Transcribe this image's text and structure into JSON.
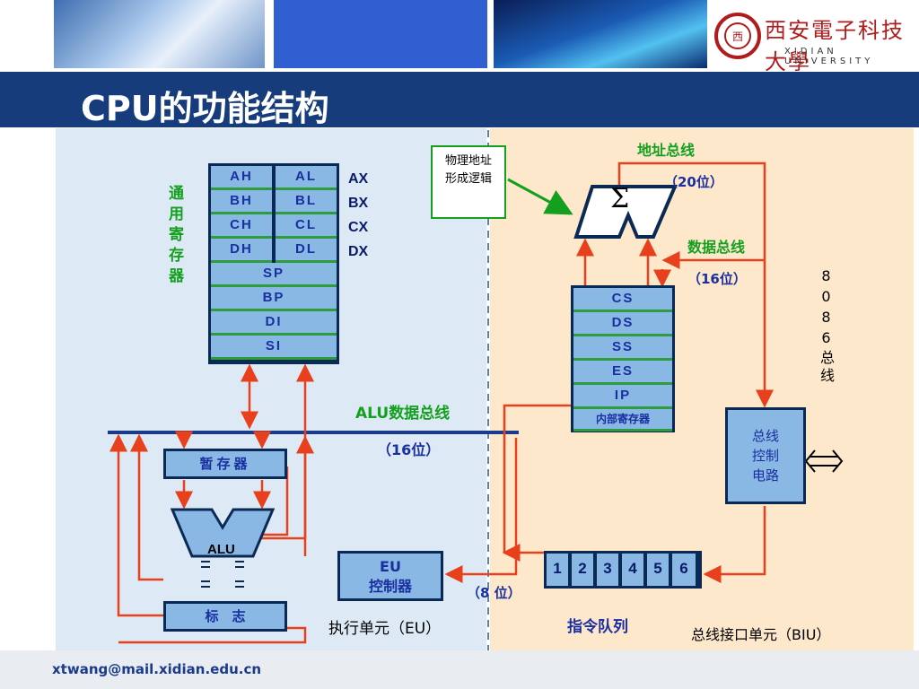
{
  "title": "CPU的功能结构",
  "logo": {
    "name": "西安電子科技大學",
    "english": "XIDIAN UNIVERSITY"
  },
  "footer_email": "xtwang@mail.xidian.edu.cn",
  "eu": {
    "gp_label": "通用寄存器",
    "gp_rows": [
      [
        "AH",
        "AL"
      ],
      [
        "BH",
        "BL"
      ],
      [
        "CH",
        "CL"
      ],
      [
        "DH",
        "DL"
      ]
    ],
    "pair_names": [
      "AX",
      "BX",
      "CX",
      "DX"
    ],
    "pointer_regs": [
      "SP",
      "BP",
      "DI",
      "SI"
    ],
    "alu_bus_label": "ALU数据总线",
    "alu_bus_width": "（16位）",
    "temp_reg": "暂存器",
    "alu": "ALU",
    "flags": "标　志",
    "eu_ctrl_line1": "EU",
    "eu_ctrl_line2": "控制器",
    "unit_label": "执行单元（EU）"
  },
  "biu": {
    "addr_logic": "物理地址形成逻辑",
    "sigma": "Σ",
    "addr_bus_label": "地址总线",
    "addr_bus_width": "（20位）",
    "data_bus_label": "数据总线",
    "data_bus_width": "（16位）",
    "seg_regs": [
      "CS",
      "DS",
      "SS",
      "ES",
      "IP"
    ],
    "inner_regs_label": "内部寄存器",
    "ext_bus_label": "8086总线",
    "bus_ctrl": "总线控制电路",
    "queue": [
      "1",
      "2",
      "3",
      "4",
      "5",
      "6"
    ],
    "queue_label": "指令队列",
    "queue_width": "（8 位）",
    "unit_label": "总线接口单元（BIU）"
  },
  "colors": {
    "title_bar": "#173c7c",
    "panel_eu": "#ddeaf5",
    "panel_biu": "#fde8cc",
    "register": "#89b8e4",
    "arrow": "#e8401c",
    "label_green": "#14a01e"
  }
}
